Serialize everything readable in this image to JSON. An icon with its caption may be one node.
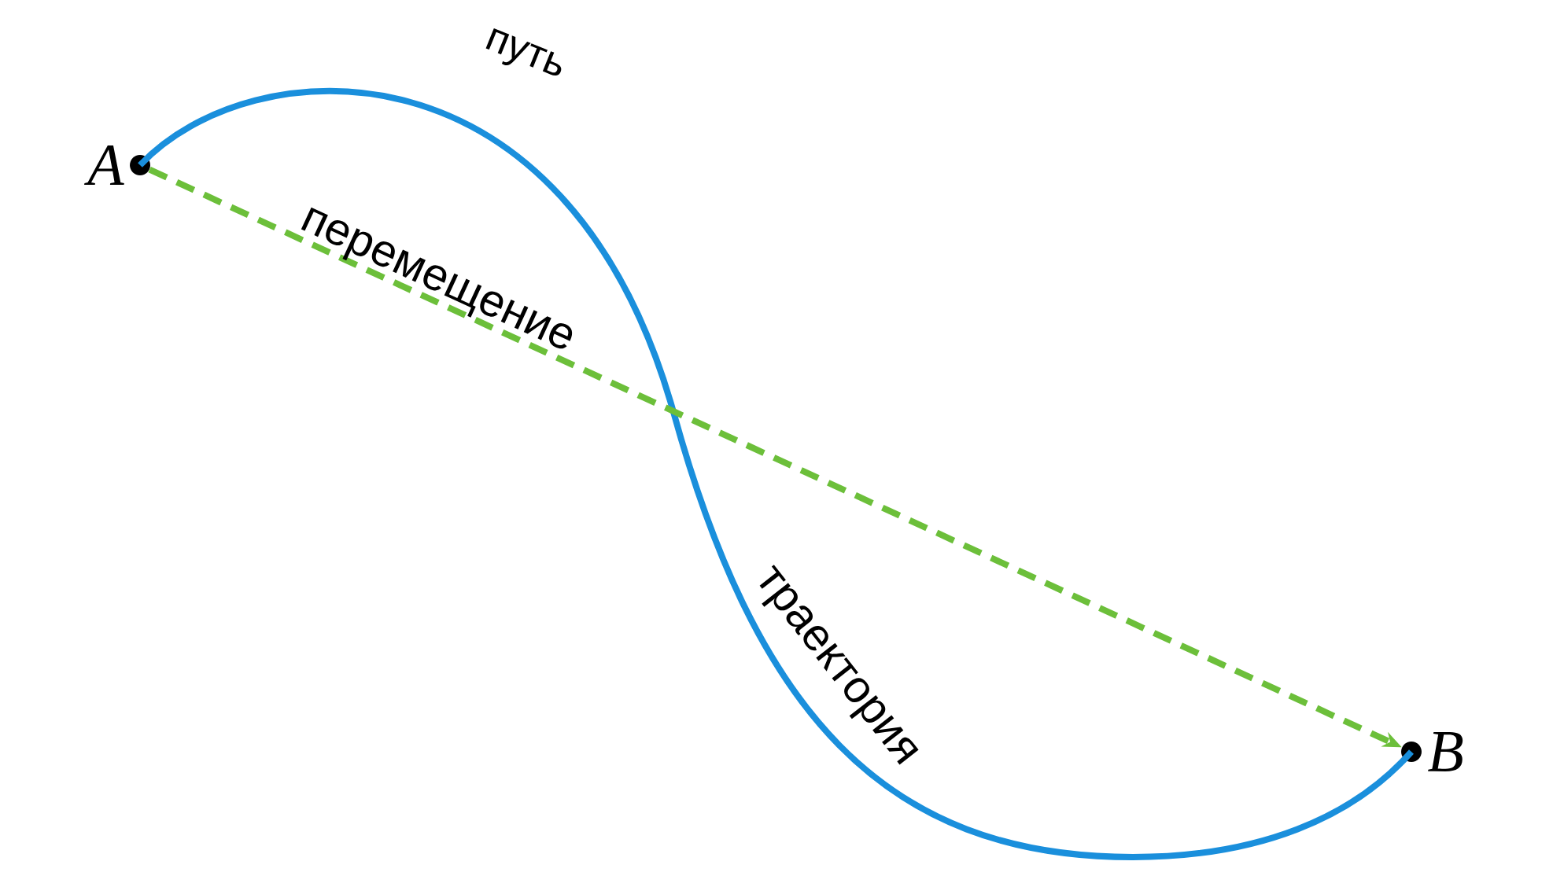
{
  "diagram": {
    "nodes": [
      {
        "text": [],
        "shape": "circle",
        "beside": [
          "A"
        ]
      },
      {
        "text": [],
        "shape": "circle",
        "beside": [
          "B"
        ]
      }
    ],
    "edges": [
      {
        "from": 0,
        "to": 1,
        "arrow": "none",
        "label": "траектория"
      },
      {
        "from": 0,
        "to": 1,
        "arrow": "to",
        "label": "перемещение",
        "style": "dashed",
        "color": "#6cbf3a"
      }
    ],
    "labels": [
      "путь"
    ]
  }
}
